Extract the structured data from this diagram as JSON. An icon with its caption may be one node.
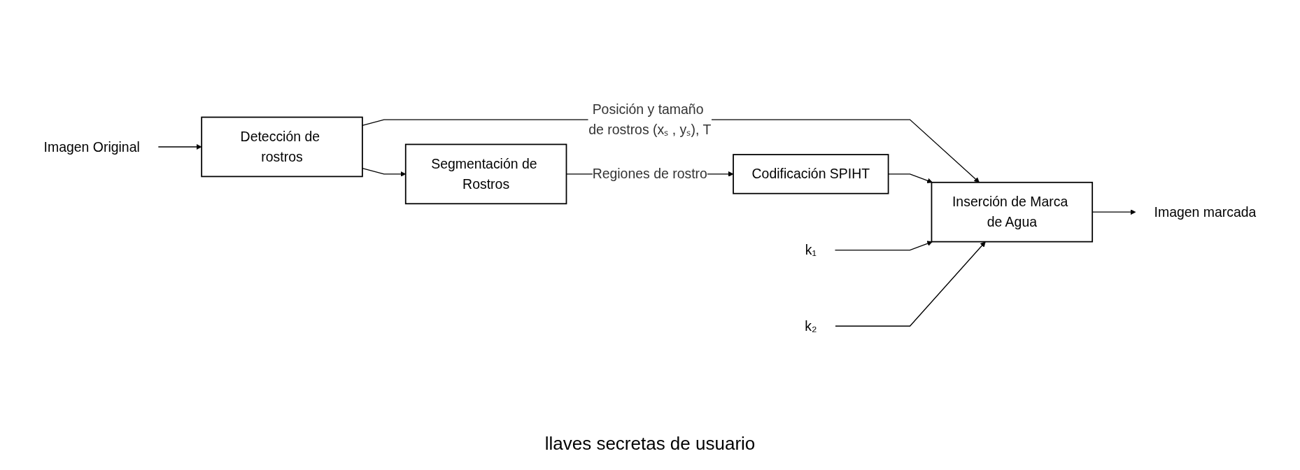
{
  "diagram": {
    "nodes": [
      {
        "text": [
          "Imagen Original"
        ]
      },
      {
        "text": [
          "Detección de rostros"
        ]
      },
      {
        "text": [
          "Segmentación de Rostros"
        ]
      },
      {
        "text": [
          "Inserción de Marca de Agua"
        ]
      },
      {
        "text": [
          "Codificación SPIHT"
        ]
      },
      {
        "text": [
          "Imagen marcada"
        ]
      },
      {
        "text": [
          "k₁"
        ]
      },
      {
        "text": [
          "k₂"
        ]
      }
    ],
    "edges": [
      {
        "from": 0,
        "to": 1,
        "arrow": "to"
      },
      {
        "from": 1,
        "to": 2,
        "arrow": "to"
      },
      {
        "from": 1,
        "to": 3,
        "arrow": "to",
        "label": "Posición y tamaño de rostros (xₛ , yₛ), T"
      },
      {
        "from": 2,
        "to": 4,
        "arrow": "to",
        "label": "Regiones de rostro"
      },
      {
        "from": 4,
        "to": 3,
        "arrow": "to"
      },
      {
        "from": 3,
        "to": 5,
        "arrow": "to"
      },
      {
        "from": 6,
        "to": 3,
        "arrow": "to"
      },
      {
        "from": 7,
        "to": 3,
        "arrow": "to"
      }
    ],
    "labels": [
      "llaves secretas de usuario"
    ]
  }
}
